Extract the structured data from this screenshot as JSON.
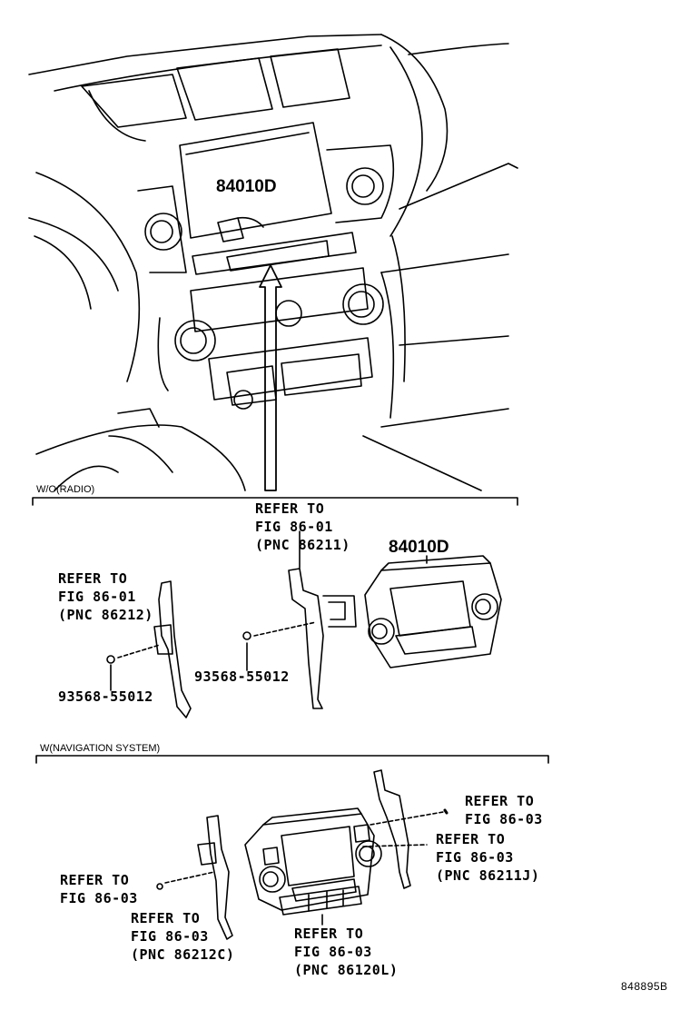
{
  "overview": {
    "part_label": "84010D"
  },
  "section_radio": {
    "header": "W/O(RADIO)",
    "unit_label": "84010D",
    "top_ref": [
      "REFER TO",
      "FIG 86-01",
      "(PNC 86211)"
    ],
    "left_ref": [
      "REFER TO",
      "FIG 86-01",
      "(PNC 86212)"
    ],
    "screw_left": "93568-55012",
    "screw_right": "93568-55012"
  },
  "section_nav": {
    "header": "W(NAVIGATION SYSTEM)",
    "ref_right_top": [
      "REFER TO",
      "FIG 86-03"
    ],
    "ref_right_mid": [
      "REFER TO",
      "FIG 86-03",
      "(PNC 86211J)"
    ],
    "ref_left": [
      "REFER TO",
      "FIG 86-03"
    ],
    "ref_left_bottom": [
      "REFER TO",
      "FIG 86-03",
      "(PNC 86212C)"
    ],
    "ref_center_bottom": [
      "REFER TO",
      "FIG 86-03",
      "(PNC 86120L)"
    ]
  },
  "diagram_code": "848895B"
}
